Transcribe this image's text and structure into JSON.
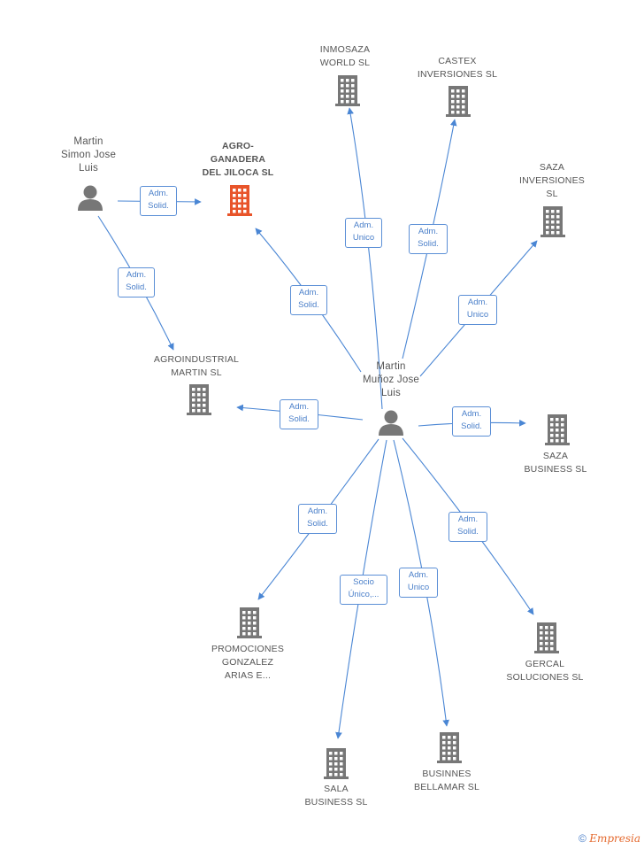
{
  "nodes": {
    "inmosaza": "INMOSAZA\nWORLD  SL",
    "castex": "CASTEX\nINVERSIONES SL",
    "saza_inversiones": "SAZA\nINVERSIONES\nSL",
    "agro": "AGRO-\nGANADERA\nDEL JILOCA SL",
    "agroindustrial": "AGROINDUSTRIAL\nMARTIN SL",
    "saza_business": "SAZA\nBUSINESS  SL",
    "promociones": "PROMOCIONES\nGONZALEZ\nARIAS E...",
    "gercal": "GERCAL\nSOLUCIONES SL",
    "sala": "SALA\nBUSINESS  SL",
    "businnes": "BUSINNES\nBELLAMAR  SL"
  },
  "persons": {
    "martin_simon": "Martin\nSimon Jose\nLuis",
    "martin_munoz": "Martin\nMuñoz Jose\nLuis"
  },
  "edges": {
    "simon_agro": "Adm.\nSolid.",
    "simon_agroindustrial": "Adm.\nSolid.",
    "munoz_agro": "Adm.\nSolid.",
    "munoz_inmosaza": "Adm.\nUnico",
    "munoz_castex": "Adm.\nSolid.",
    "munoz_saza_inv": "Adm.\nUnico",
    "munoz_agroindustrial": "Adm.\nSolid.",
    "munoz_saza_business": "Adm.\nSolid.",
    "munoz_promociones": "Adm.\nSolid.",
    "munoz_sala": "Socio\nÚnico,...",
    "munoz_businnes": "Adm.\nUnico",
    "munoz_gercal": "Adm.\nSolid."
  },
  "colors": {
    "edge": "#4a86d4",
    "building": "#777777",
    "building_focus": "#e8542a",
    "person": "#777777"
  },
  "footer": {
    "copyright_symbol": "©",
    "brand": "Empresia"
  }
}
